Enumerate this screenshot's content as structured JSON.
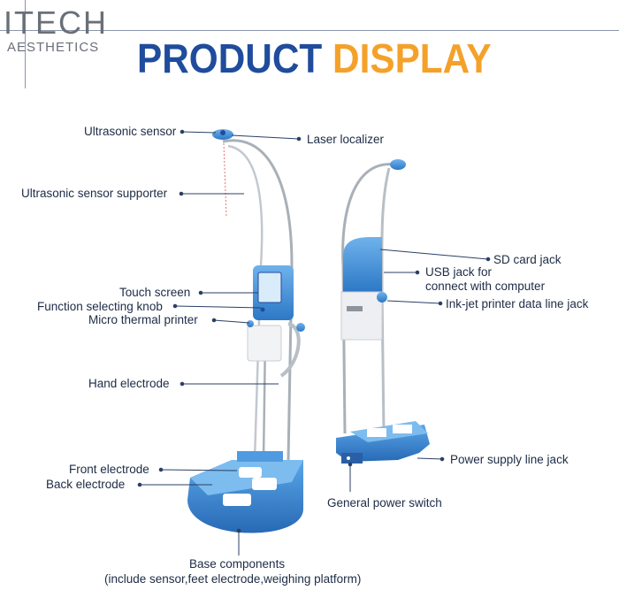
{
  "brand": {
    "name": "ITECH",
    "sub": "AESTHETICS"
  },
  "title": {
    "part1": "PRODUCT",
    "part2": "DISPLAY"
  },
  "labels": {
    "ultrasonic_sensor": "Ultrasonic sensor",
    "laser_localizer": "Laser localizer",
    "ultrasonic_sensor_supporter": "Ultrasonic sensor supporter",
    "touch_screen": "Touch screen",
    "function_selecting_knob": "Function selecting knob",
    "micro_thermal_printer": "Micro thermal printer",
    "hand_electrode": "Hand electrode",
    "front_electrode": "Front electrode",
    "back_electrode": "Back electrode",
    "base_components_line1": "Base components",
    "base_components_line2": "(include sensor,feet electrode,weighing platform)",
    "sd_card_jack": "SD card jack",
    "usb_jack_line1": "USB jack for",
    "usb_jack_line2": "connect with computer",
    "inkjet_jack": "Ink-jet printer data line jack",
    "power_supply_jack": "Power supply line jack",
    "general_power_switch": "General power switch"
  },
  "colors": {
    "title_primary": "#1f4c9c",
    "title_accent": "#f4a12a",
    "device_blue": "#3f8fd6",
    "label_text": "#1d2b45"
  }
}
